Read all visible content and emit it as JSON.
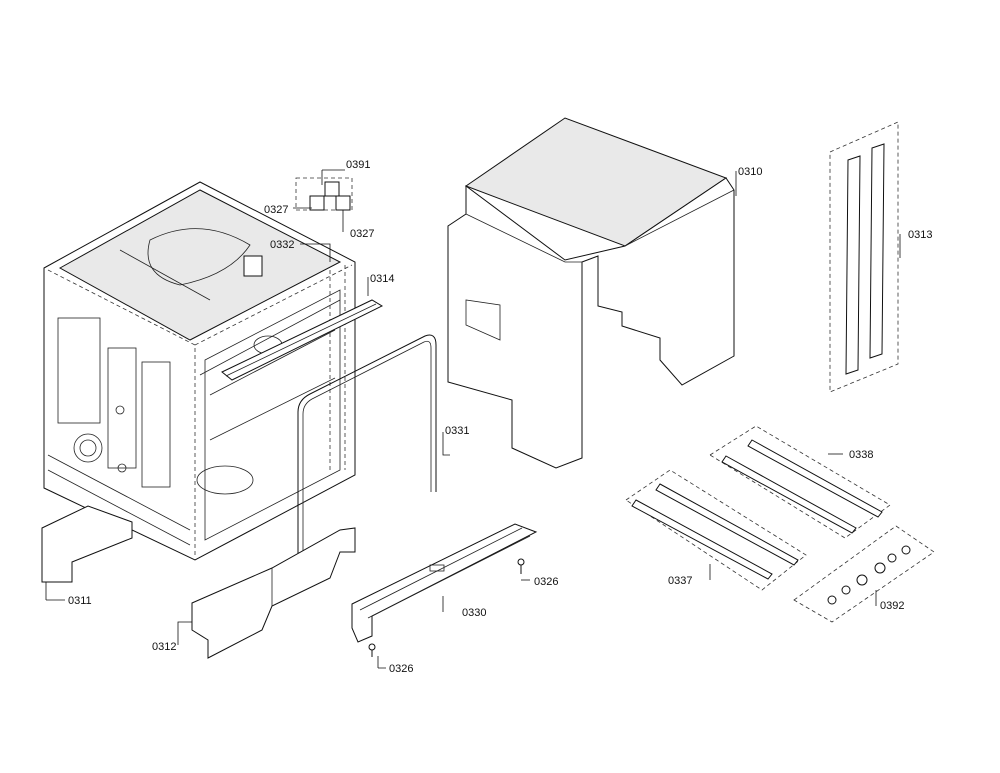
{
  "labels": {
    "p0391": "0391",
    "p0327a": "0327",
    "p0327b": "0327",
    "p0332": "0332",
    "p0314": "0314",
    "p0310": "0310",
    "p0313": "0313",
    "p0331": "0331",
    "p0338": "0338",
    "p0337": "0337",
    "p0392": "0392",
    "p0311": "0311",
    "p0312": "0312",
    "p0326a": "0326",
    "p0330": "0330",
    "p0326b": "0326"
  }
}
